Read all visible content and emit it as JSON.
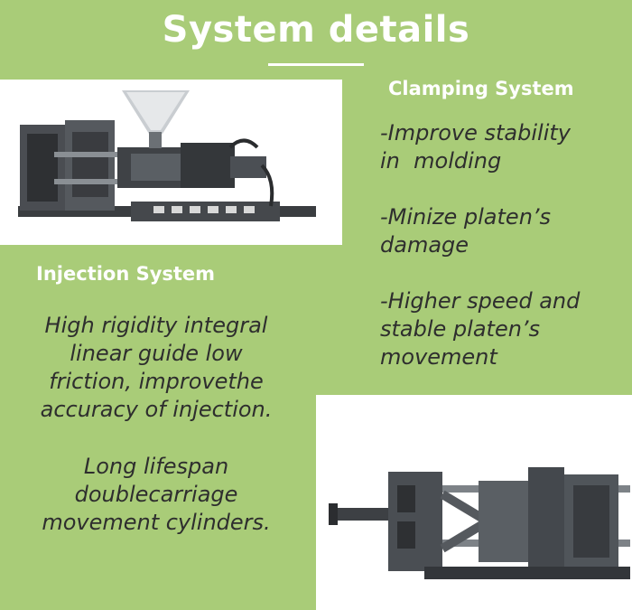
{
  "title": "System details",
  "clamping": {
    "heading": "Clamping System",
    "items": [
      "-Improve stability in  molding",
      "-Minize platen’s damage",
      "-Higher speed and stable platen’s movement"
    ]
  },
  "injection": {
    "heading": "Injection System",
    "paragraphs": [
      "High rigidity integral linear guide low friction, improvethe accuracy of injection.",
      "Long lifespan doublecarriage movement cylinders."
    ]
  },
  "images": {
    "top": "injection-molding-machine-photo",
    "bottom": "clamping-unit-photo"
  },
  "colors": {
    "background": "#a9cc78",
    "heading": "#ffffff",
    "body_text": "#2e2e2e"
  }
}
